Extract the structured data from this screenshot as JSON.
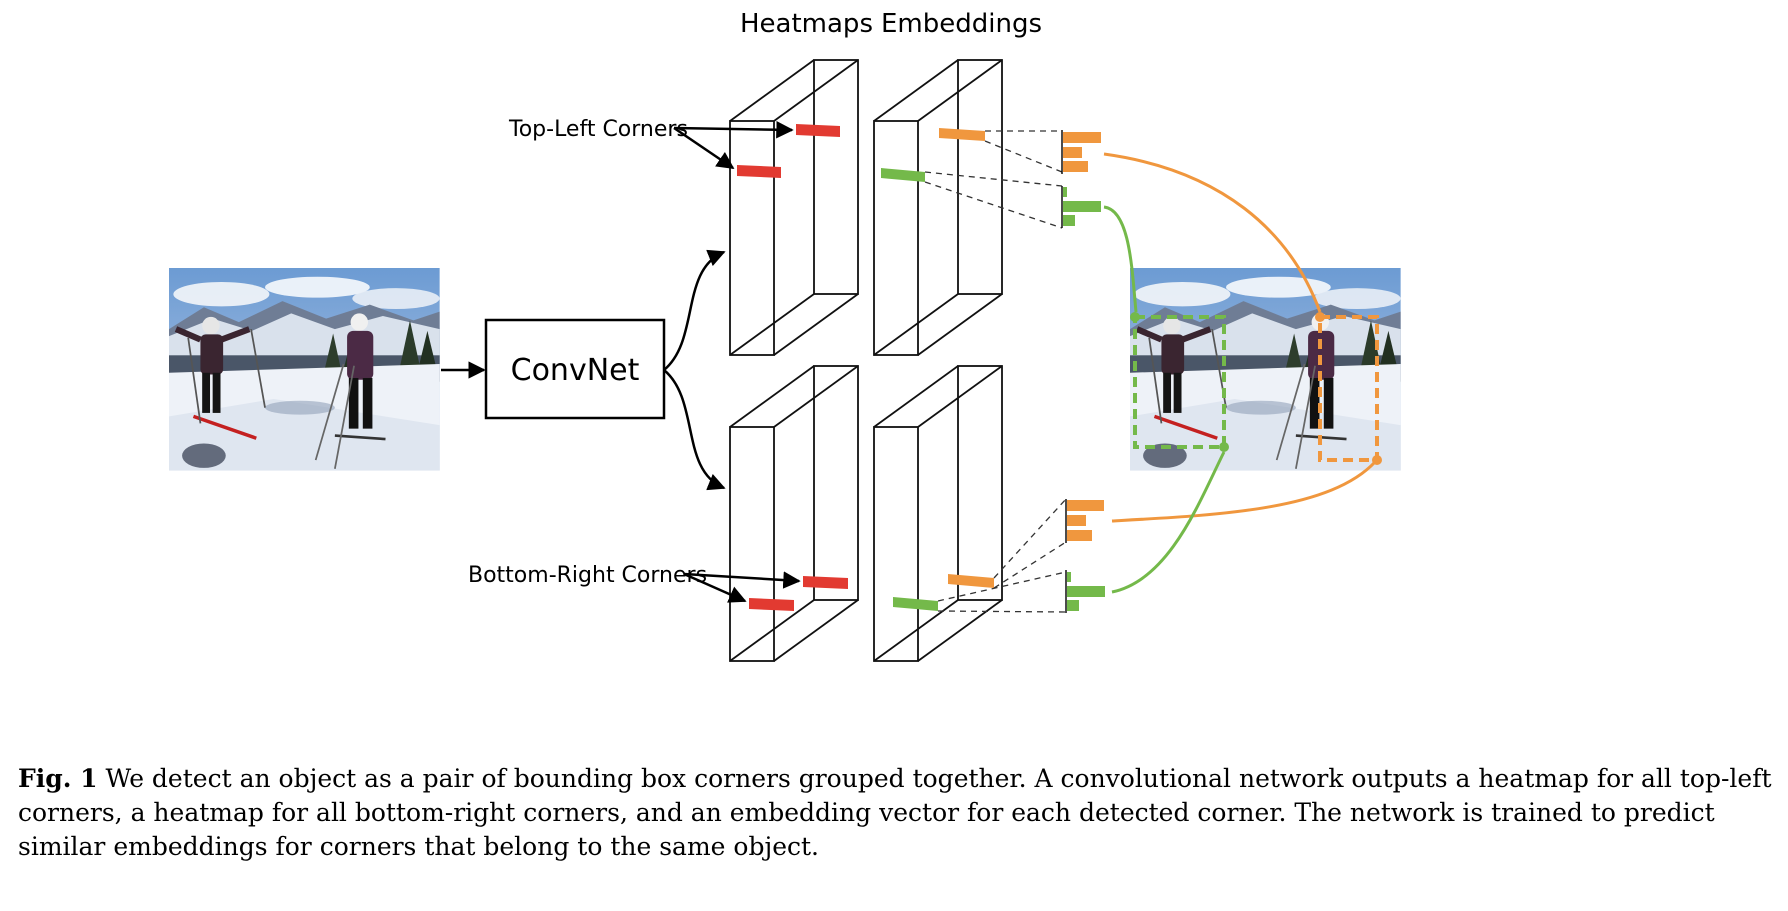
{
  "headers": {
    "heatmaps": "Heatmaps",
    "embeddings": "Embeddings"
  },
  "labels": {
    "top_left": "Top-Left Corners",
    "bottom_right": "Bottom-Right Corners",
    "convnet": "ConvNet"
  },
  "caption": {
    "label": "Fig. 1",
    "text": "We detect an object as a pair of bounding box corners grouped together. A convolutional network outputs a heatmap for all top-left corners, a heatmap for all bottom-right corners, and an embedding vector for each detected corner. The network is trained to predict similar embeddings for corners that belong to the same object."
  },
  "colors": {
    "heatmap_corner": "#e23a31",
    "embedding_orange": "#f0973e",
    "embedding_green": "#74b94a",
    "sky": "#7ea8d9",
    "snow": "#eef2f8",
    "outline": "#111111"
  }
}
